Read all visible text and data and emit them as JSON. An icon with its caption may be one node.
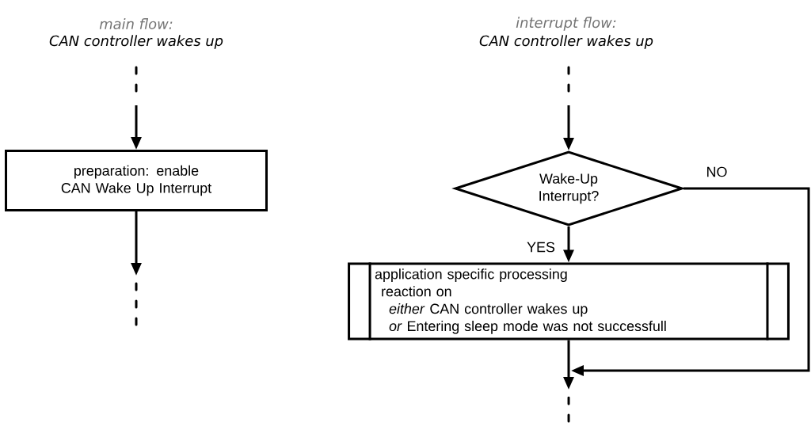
{
  "diagram": {
    "nodes": [
      {
        "text": [
          "preparation: enable CAN Wake Up Interrupt"
        ]
      },
      {
        "text": [
          "Wake-Up Interrupt?"
        ]
      },
      {
        "text": [
          "application specific processing",
          "reaction on",
          "*either* CAN controller wakes up",
          "*or* Entering sleep mode was not successfull"
        ]
      }
    ],
    "edges": [
      {
        "from": null,
        "to": 0,
        "arrow": "to"
      },
      {
        "from": 0,
        "to": null,
        "arrow": "to"
      },
      {
        "from": null,
        "to": 1,
        "arrow": "to"
      },
      {
        "from": 1,
        "to": 2,
        "arrow": "to",
        "label": "YES"
      },
      {
        "from": 1,
        "to": null,
        "arrow": "to",
        "label": "NO"
      },
      {
        "from": 2,
        "to": null,
        "arrow": "to"
      }
    ],
    "labels": [
      "main flow:",
      "CAN controller wakes up",
      "interrupt flow:",
      "CAN controller wakes up"
    ]
  }
}
